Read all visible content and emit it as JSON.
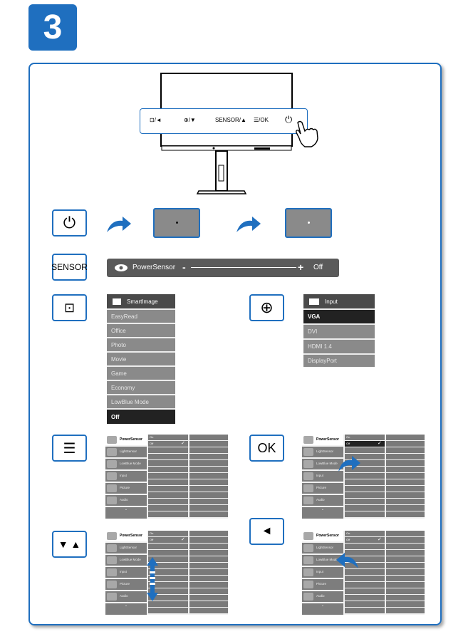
{
  "step_number": "3",
  "monitor": {
    "keys": [
      "⊡/◄",
      "⊕/▼",
      "SENSOR/▲",
      "☰/OK",
      "⏻"
    ]
  },
  "buttons": {
    "power": "⏻",
    "sensor": "SENSOR",
    "smartimage": "⊡",
    "input": "⊕",
    "menu": "☰",
    "ok": "OK",
    "down_up": "▼ ▲",
    "left": "◄"
  },
  "powersensor_bar": {
    "label": "PowerSensor",
    "minus": "-",
    "plus": "+",
    "value": "Off"
  },
  "smartimage_menu": {
    "title": "SmartImage",
    "items": [
      "EasyRead",
      "Office",
      "Photo",
      "Movie",
      "Game",
      "Economy",
      "LowBlue Mode",
      "Off"
    ],
    "selected": "Off"
  },
  "input_menu": {
    "title": "Input",
    "items": [
      "VGA",
      "DVI",
      "HDMI 1.4",
      "DisplayPort"
    ],
    "selected": "VGA"
  },
  "osd_menu": {
    "items": [
      "PowerSensor",
      "LightSensor",
      "LowBlue Mode",
      "Input",
      "Picture",
      "Audio"
    ],
    "options": [
      "On",
      "Off"
    ],
    "check": "✓",
    "more": "⌄"
  },
  "colors": {
    "accent": "#1f6fbf",
    "menu_dark": "#4a4a4a",
    "menu_item": "#8a8a8a"
  }
}
